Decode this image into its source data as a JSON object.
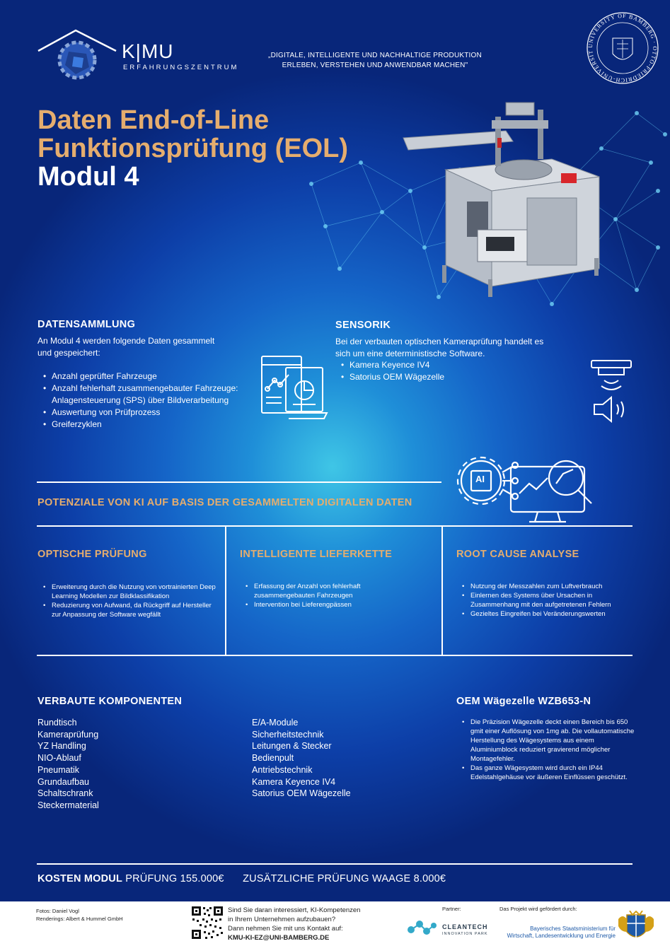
{
  "header": {
    "brand_name": "K|MU",
    "brand_subtitle": "ERFAHRUNGSZENTRUM",
    "tagline": [
      "„DIGITALE, INTELLIGENTE UND NACHHALTIGE PRODUKTION",
      "ERLEBEN, VERSTEHEN UND ANWENDBAR MACHEN\""
    ],
    "university_seal_text": "UNIVERSITY OF BAMBERG · OTTO-FRIEDRICH-UNIVERSITÄT BAMBERG"
  },
  "title": {
    "line1": "Daten End-of-Line",
    "line2": "Funktionsprüfung (EOL)",
    "line3": "Modul 4"
  },
  "datensammlung": {
    "heading": "DATENSAMMLUNG",
    "intro_line1": "An Modul 4 werden folgende Daten gesammelt",
    "intro_line2": "und gespeichert:",
    "items": [
      "Anzahl geprüfter Fahrzeuge",
      "Anzahl fehlerhaft zusammengebauter Fahrzeuge:",
      "Anlagensteuerung (SPS) über Bildverarbeitung",
      "Auswertung von Prüfprozess",
      "Greiferzyklen"
    ]
  },
  "sensorik": {
    "heading": "SENSORIK",
    "intro_line1": "Bei der verbauten optischen Kameraprüfung handelt es",
    "intro_line2": "sich um eine deterministische Software.",
    "items": [
      "Kamera Keyence IV4",
      "Satorius OEM Wägezelle"
    ]
  },
  "potenziale": {
    "heading": "POTENZIALE VON KI AUF BASIS DER GESAMMELTEN DIGITALEN DATEN",
    "ai_label": "AI",
    "columns": [
      {
        "heading": "OPTISCHE PRÜFUNG",
        "items": [
          [
            "Erweiterung durch die Nutzung von vortrainierten Deep",
            "Learning Modellen zur Bildklassifikation"
          ],
          [
            "Reduzierung von Aufwand, da Rückgriff auf Hersteller",
            "zur Anpassung der Software wegfällt"
          ]
        ]
      },
      {
        "heading": "INTELLIGENTE LIEFERKETTE",
        "items": [
          [
            "Erfassung der Anzahl von fehlerhaft",
            "zusammengebauten Fahrzeugen"
          ],
          [
            "Intervention bei Lieferengpässen"
          ]
        ]
      },
      {
        "heading": "ROOT CAUSE ANALYSE",
        "items": [
          [
            "Nutzung der Messzahlen zum Luftverbrauch"
          ],
          [
            "Einlernen des Systems über Ursachen in",
            "Zusammenhang mit den aufgetretenen Fehlern"
          ],
          [
            "Gezieltes Eingreifen bei Veränderungswerten"
          ]
        ]
      }
    ]
  },
  "komponenten": {
    "heading": "VERBAUTE KOMPONENTEN",
    "col1": [
      "Rundtisch",
      "Kameraprüfung",
      "YZ Handling",
      "NIO-Ablauf",
      "Pneumatik",
      "Grundaufbau",
      "Schaltschrank",
      "Steckermaterial"
    ],
    "col2": [
      "E/A-Module",
      "Sicherheitstechnik",
      "Leitungen & Stecker",
      "Bedienpult",
      "Antriebstechnik",
      "Kamera Keyence IV4",
      "Satorius OEM Wägezelle"
    ]
  },
  "waegezelle": {
    "heading": "OEM Wägezelle WZB653-N",
    "items": [
      [
        "Die Präzision Wägezelle deckt einen Bereich bis 650",
        "gmit einer Auflösung von 1mg ab. Die vollautomatische",
        "Herstellung des Wägesystems aus einem",
        "Aluminiumblock reduziert gravierend möglicher",
        "Montagefehler."
      ],
      [
        "Das ganze Wägesystem wird durch ein IP44",
        "Edelstahlgehäuse vor äußeren Einflüssen geschützt."
      ]
    ]
  },
  "kosten": {
    "label_bold": "KOSTEN  MODUL",
    "modul_text": "PRÜFUNG 155.000€",
    "zusatz_text": "ZUSÄTZLICHE PRÜFUNG WAAGE 8.000€"
  },
  "footer": {
    "credits": [
      "Fotos: Daniel Vogl",
      "Renderings: Albert & Hummel GmbH"
    ],
    "contact": [
      "Sind Sie daran interessiert, KI-Kompetenzen",
      "in Ihrem Unternehmen aufzubauen?",
      "Dann nehmen Sie mit uns Kontakt auf:"
    ],
    "email": "KMU-KI-EZ@UNI-BAMBERG.DE",
    "partner_label": "Partner:",
    "partner_name": "CLEANTECH",
    "partner_sub": "INNOVATION PARK",
    "funded_label": "Das Projekt wird gefördert durch:",
    "funder": [
      "Bayerisches Staatsministerium für",
      "Wirtschaft, Landesentwicklung und Energie"
    ]
  },
  "colors": {
    "accent_orange": "#e5ad6e",
    "bg_dark_blue": "#08267a",
    "bg_glow": "#3fc6e6",
    "funder_blue": "#1e5aa8",
    "partner_teal": "#33a9c9"
  }
}
